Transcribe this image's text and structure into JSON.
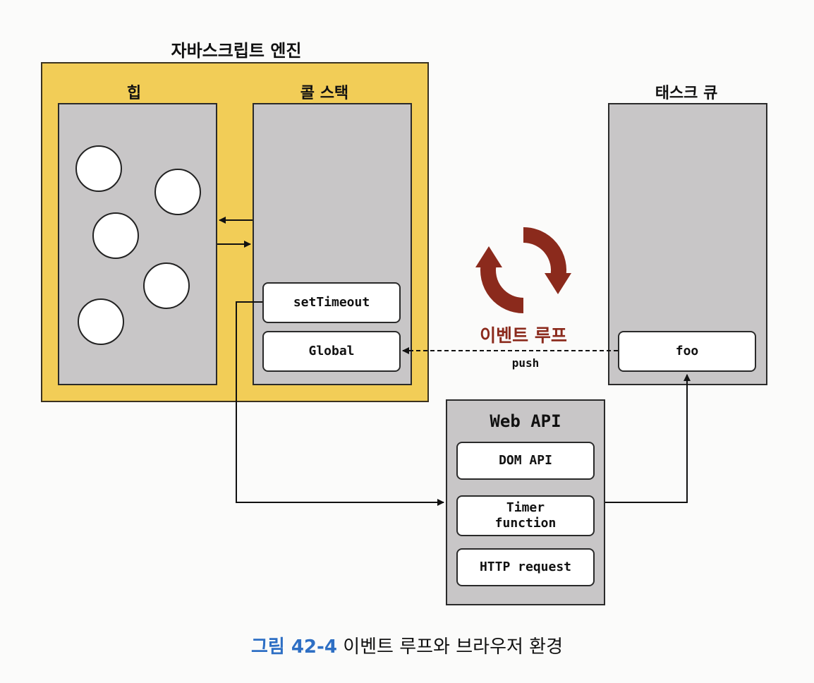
{
  "engine": {
    "title": "자바스크립트 엔진"
  },
  "heap": {
    "title": "힙",
    "object_count": 5
  },
  "call_stack": {
    "title": "콜 스택",
    "frames": [
      "setTimeout",
      "Global"
    ]
  },
  "task_queue": {
    "title": "태스크 큐",
    "items": [
      "foo"
    ]
  },
  "event_loop": {
    "label": "이벤트 루프",
    "push_label": "push",
    "color": "#8b2a1c"
  },
  "web_api": {
    "title": "Web API",
    "items": [
      "DOM API",
      "Timer\nfunction",
      "HTTP request"
    ]
  },
  "caption": {
    "number": "그림 42-4",
    "text": "이벤트 루프와 브라우저 환경",
    "number_color": "#2e6fc4"
  },
  "colors": {
    "engine_bg": "#f2cd57",
    "panel_bg": "#c8c6c7"
  }
}
